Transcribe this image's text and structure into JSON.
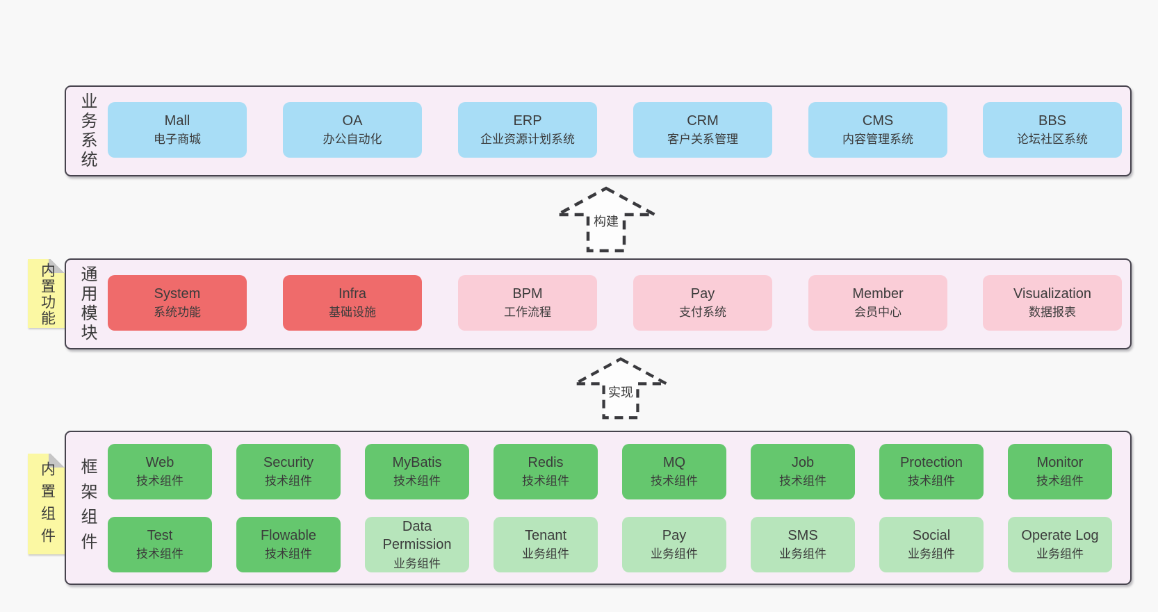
{
  "colors": {
    "page_bg": "#f8f8f8",
    "container_bg": "#f8edf7",
    "container_border": "#46434d",
    "blue_box": "#a8ddf6",
    "red_box": "#ef6b6b",
    "pink_box": "#facdd7",
    "green_box": "#65c76e",
    "light_green_box": "#b7e5bb",
    "sticky_bg": "#fbf8a3",
    "text": "#3b3b3b"
  },
  "arrows": [
    {
      "label": "构建",
      "direction": "up"
    },
    {
      "label": "实现",
      "direction": "up"
    }
  ],
  "sections": [
    {
      "label": "业务系统",
      "boxes": [
        {
          "title": "Mall",
          "subtitle": "电子商城"
        },
        {
          "title": "OA",
          "subtitle": "办公自动化"
        },
        {
          "title": "ERP",
          "subtitle": "企业资源计划系统"
        },
        {
          "title": "CRM",
          "subtitle": "客户关系管理"
        },
        {
          "title": "CMS",
          "subtitle": "内容管理系统"
        },
        {
          "title": "BBS",
          "subtitle": "论坛社区系统"
        }
      ]
    },
    {
      "label": "通用模块",
      "sticky": "内置功能",
      "boxes": [
        {
          "title": "System",
          "subtitle": "系统功能"
        },
        {
          "title": "Infra",
          "subtitle": "基础设施"
        },
        {
          "title": "BPM",
          "subtitle": "工作流程"
        },
        {
          "title": "Pay",
          "subtitle": "支付系统"
        },
        {
          "title": "Member",
          "subtitle": "会员中心"
        },
        {
          "title": "Visualization",
          "subtitle": "数据报表"
        }
      ]
    },
    {
      "label": "框架组件",
      "sticky": "内置组件",
      "rows": [
        [
          {
            "title": "Web",
            "subtitle": "技术组件"
          },
          {
            "title": "Security",
            "subtitle": "技术组件"
          },
          {
            "title": "MyBatis",
            "subtitle": "技术组件"
          },
          {
            "title": "Redis",
            "subtitle": "技术组件"
          },
          {
            "title": "MQ",
            "subtitle": "技术组件"
          },
          {
            "title": "Job",
            "subtitle": "技术组件"
          },
          {
            "title": "Protection",
            "subtitle": "技术组件"
          },
          {
            "title": "Monitor",
            "subtitle": "技术组件"
          }
        ],
        [
          {
            "title": "Test",
            "subtitle": "技术组件"
          },
          {
            "title": "Flowable",
            "subtitle": "技术组件"
          },
          {
            "title": "Data Permission",
            "subtitle": "业务组件"
          },
          {
            "title": "Tenant",
            "subtitle": "业务组件"
          },
          {
            "title": "Pay",
            "subtitle": "业务组件"
          },
          {
            "title": "SMS",
            "subtitle": "业务组件"
          },
          {
            "title": "Social",
            "subtitle": "业务组件"
          },
          {
            "title": "Operate Log",
            "subtitle": "业务组件"
          }
        ]
      ]
    }
  ]
}
